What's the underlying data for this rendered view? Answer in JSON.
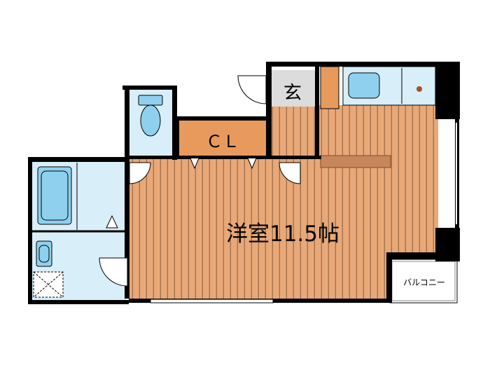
{
  "rooms": {
    "western_room": "洋室11.5帖",
    "closet": "ＣＬ",
    "entrance": "玄",
    "balcony": "バルコニー"
  },
  "colors": {
    "floor_wood": "#e8a877",
    "floor_stripe": "#9a6a45",
    "wet_area": "#d8eef8",
    "fixture_blue": "#8fd0ee",
    "closet": "#e89a5c",
    "entrance_gray": "#dcdcdc",
    "wall": "#000000"
  },
  "icons": {
    "toilet": "toilet-icon",
    "bathtub": "bathtub-icon",
    "washbasin": "washbasin-icon",
    "washer": "washer-pan-icon",
    "sink": "kitchen-sink-icon",
    "stove": "stove-icon"
  }
}
